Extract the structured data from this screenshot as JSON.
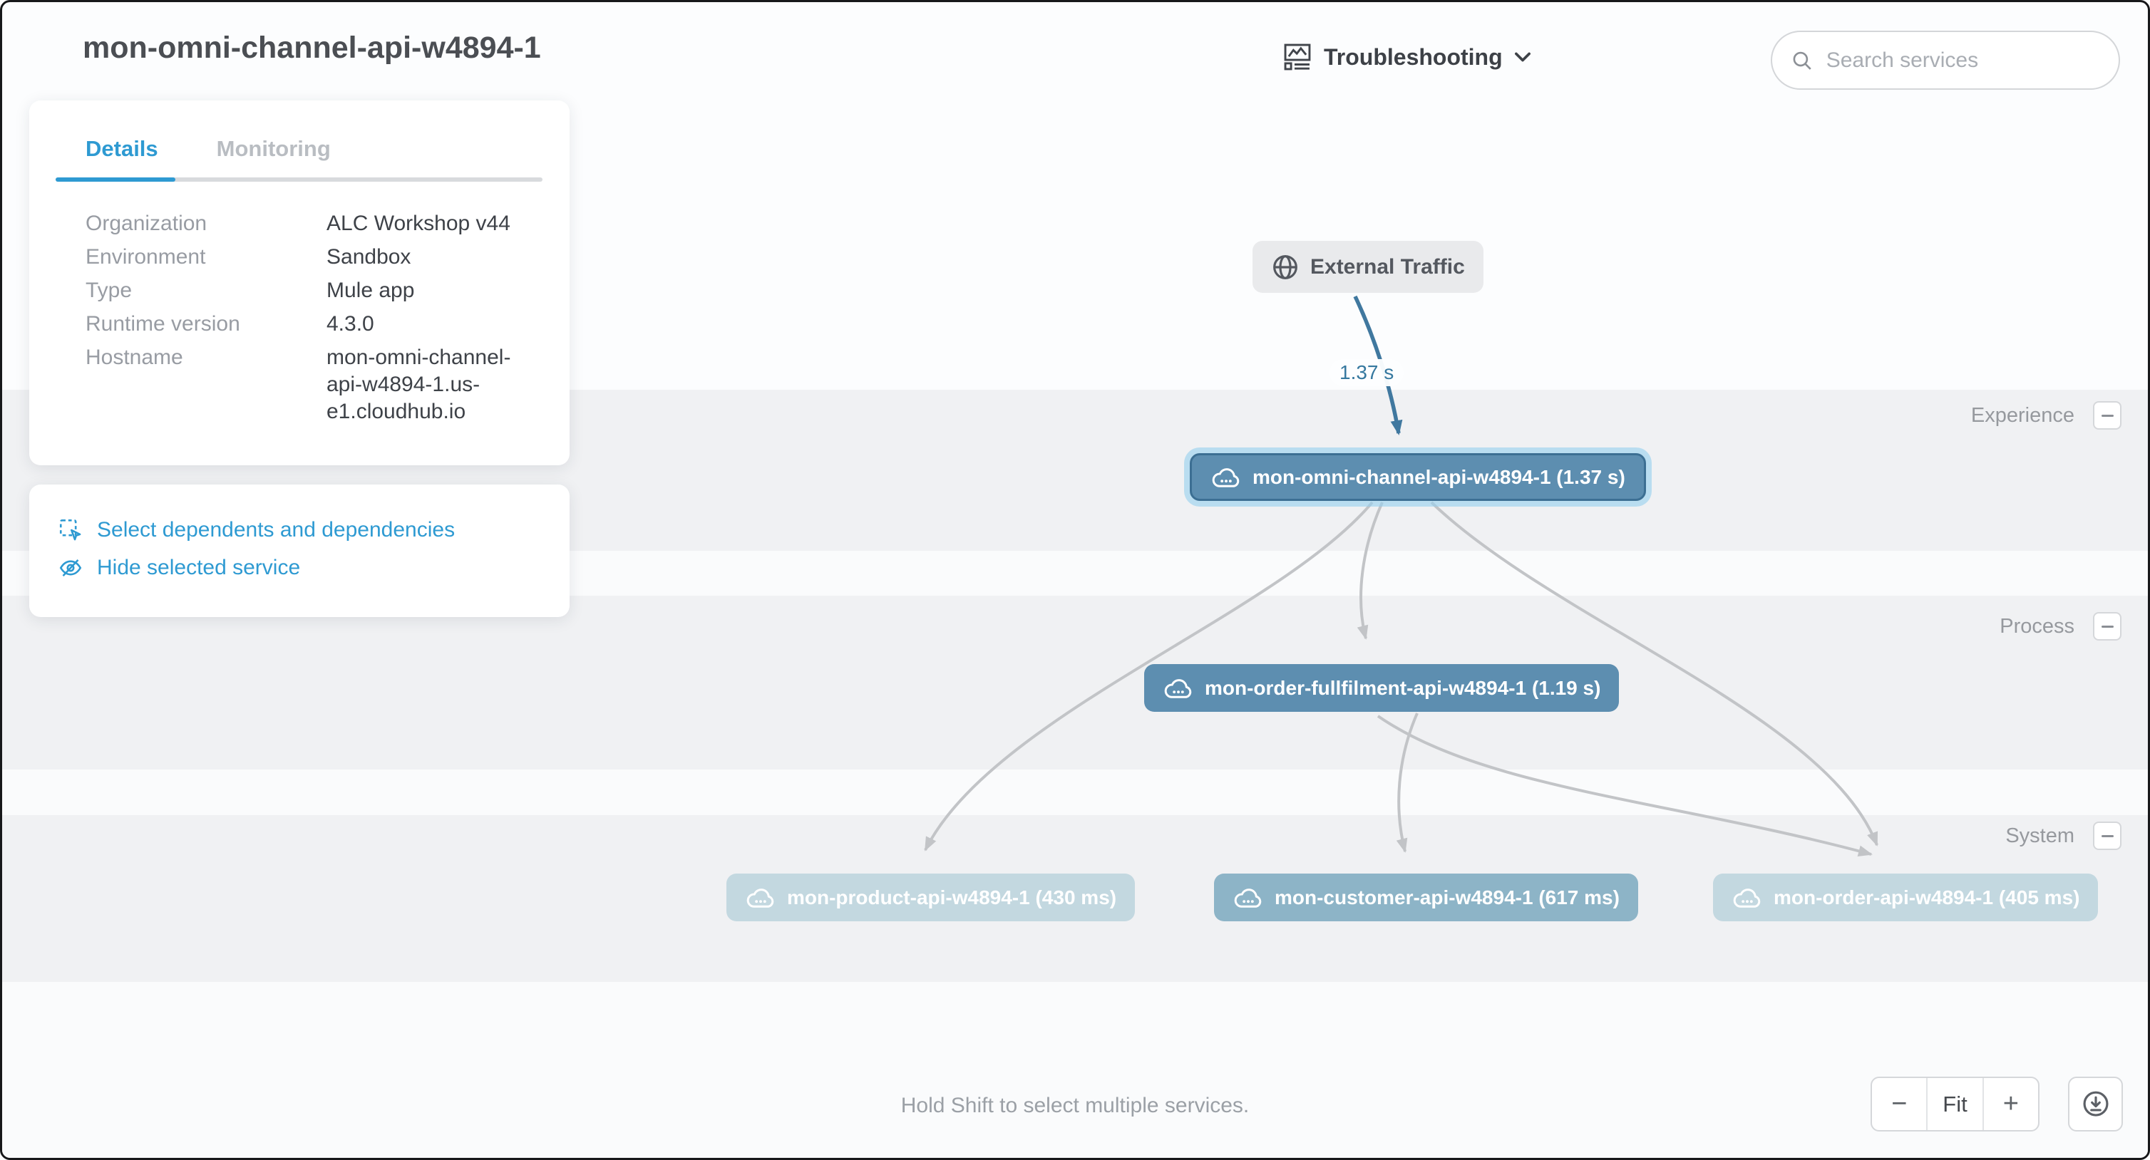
{
  "header": {
    "page_title": "mon-omni-channel-api-w4894-1",
    "view_selector": {
      "label": "Troubleshooting"
    },
    "search": {
      "placeholder": "Search services"
    }
  },
  "details_panel": {
    "tabs": [
      {
        "label": "Details",
        "active": true
      },
      {
        "label": "Monitoring",
        "active": false
      }
    ],
    "fields": [
      {
        "label": "Organization",
        "value": "ALC Workshop v44"
      },
      {
        "label": "Environment",
        "value": "Sandbox"
      },
      {
        "label": "Type",
        "value": "Mule app"
      },
      {
        "label": "Runtime version",
        "value": "4.3.0"
      },
      {
        "label": "Hostname",
        "value": "mon-omni-channel-api-w4894-1.us-e1.cloudhub.io"
      }
    ]
  },
  "actions_panel": {
    "links": [
      {
        "label": "Select dependents and dependencies",
        "icon": "select-dependents-icon"
      },
      {
        "label": "Hide selected service",
        "icon": "eye-off-icon"
      }
    ]
  },
  "graph": {
    "layers": [
      {
        "label": "Experience"
      },
      {
        "label": "Process"
      },
      {
        "label": "System"
      }
    ],
    "external_node": {
      "label": "External Traffic",
      "icon": "globe-icon"
    },
    "edge_label": "1.37 s",
    "nodes": [
      {
        "label": "mon-omni-channel-api-w4894-1 (1.37 s)",
        "layer": "Experience",
        "selected": true
      },
      {
        "label": "mon-order-fullfilment-api-w4894-1 (1.19 s)",
        "layer": "Process",
        "selected": false
      },
      {
        "label": "mon-product-api-w4894-1 (430 ms)",
        "layer": "System",
        "selected": false
      },
      {
        "label": "mon-customer-api-w4894-1 (617 ms)",
        "layer": "System",
        "selected": false
      },
      {
        "label": "mon-order-api-w4894-1 (405 ms)",
        "layer": "System",
        "selected": false
      }
    ]
  },
  "footer": {
    "hint": "Hold Shift to select multiple services.",
    "zoom_controls": {
      "zoom_out": "−",
      "fit": "Fit",
      "zoom_in": "+"
    }
  },
  "colors": {
    "accent_blue": "#2e9ad2",
    "node_selected": "#5d8eb0",
    "node_medium": "#8db4c7",
    "node_light": "#c3d8e0",
    "edge_gray": "#c2c4c7",
    "edge_blue": "#40789f",
    "band_gray": "#f0f1f3"
  }
}
